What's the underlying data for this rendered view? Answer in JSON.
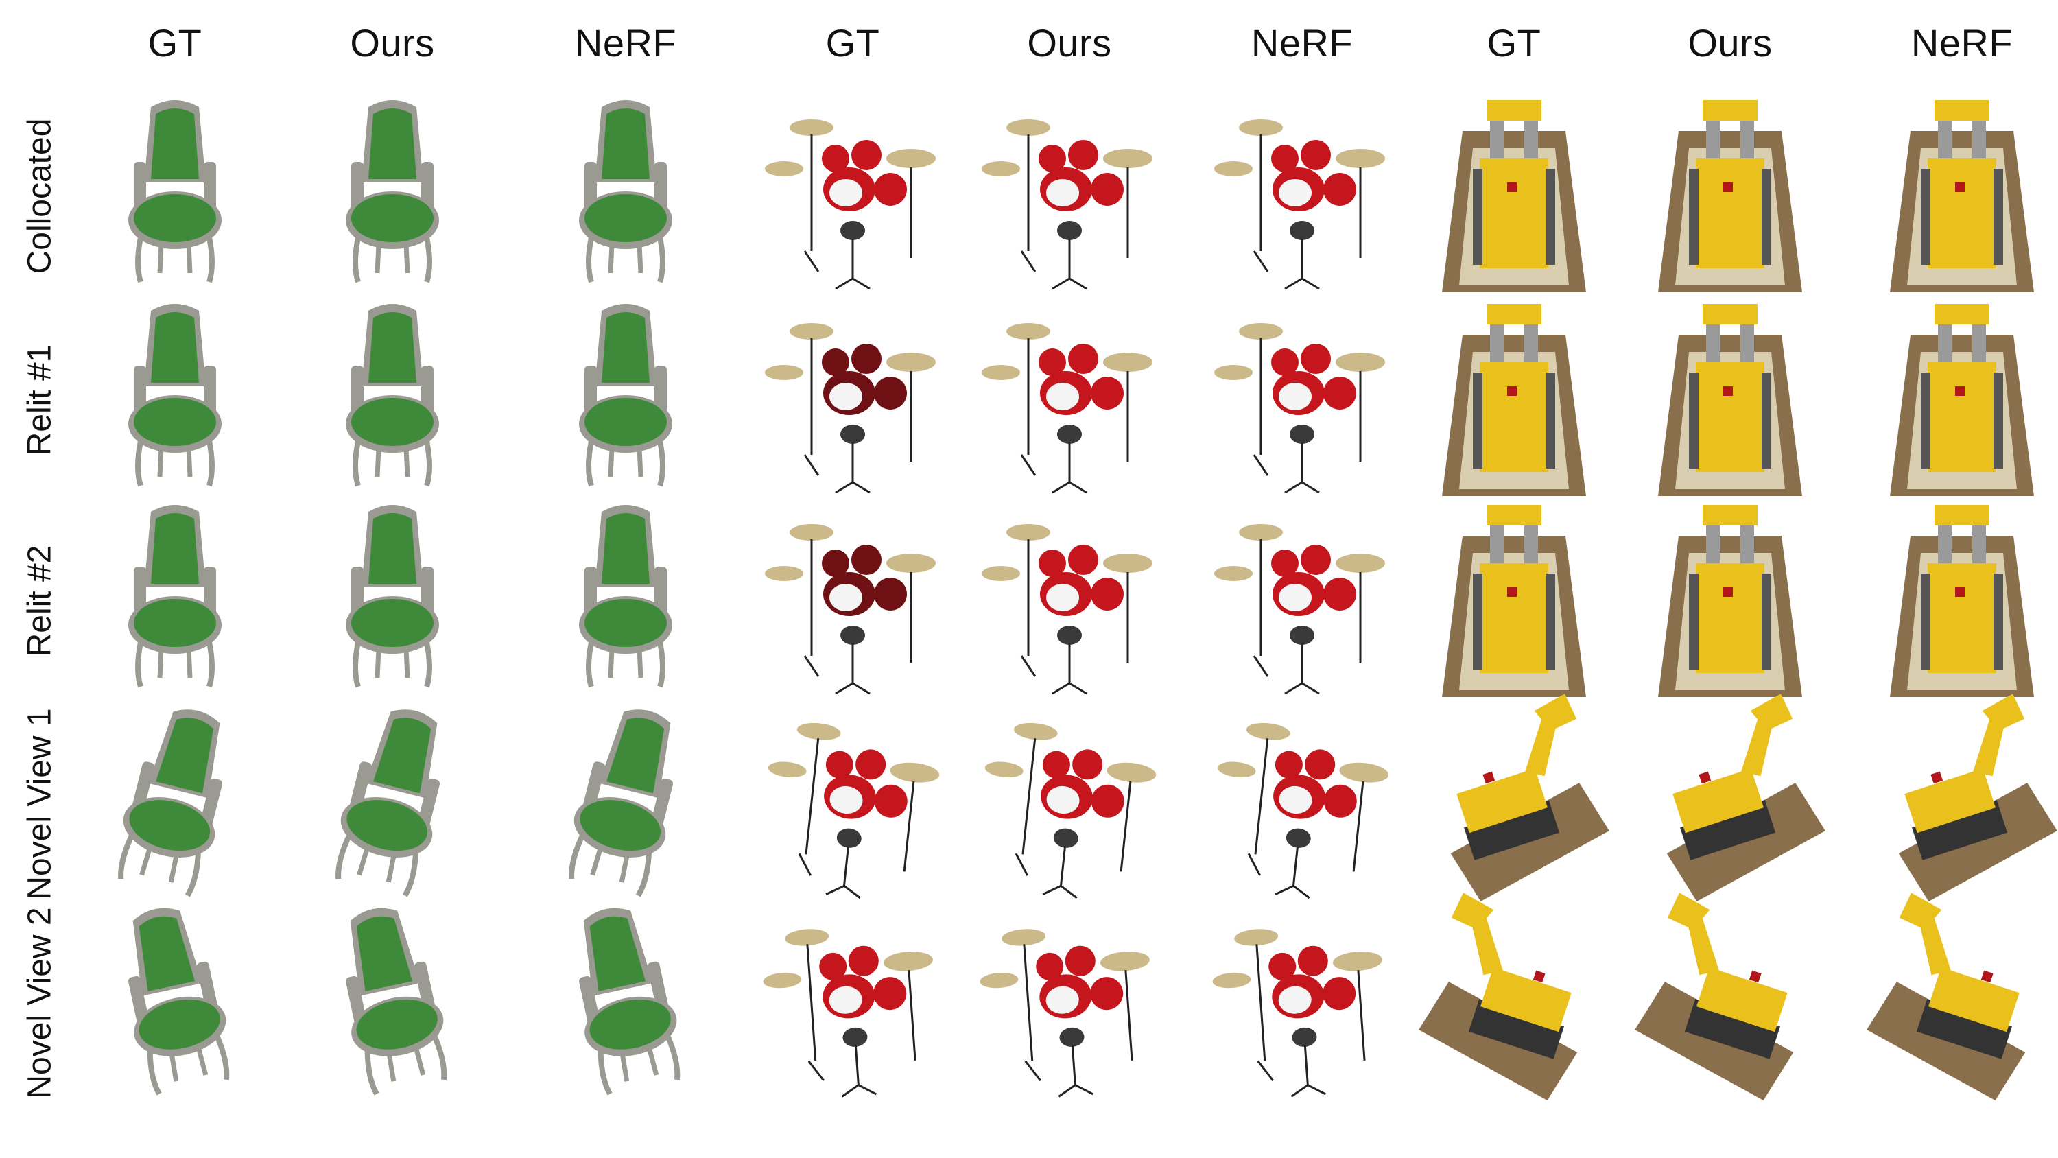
{
  "column_headers": [
    "GT",
    "Ours",
    "NeRF",
    "GT",
    "Ours",
    "NeRF",
    "GT",
    "Ours",
    "NeRF"
  ],
  "row_labels": [
    "Collocated",
    "Relit #1",
    "Relit #2",
    "Novel View 1",
    "Novel View 2"
  ],
  "objects": [
    "chair",
    "drums",
    "lego"
  ],
  "colors": {
    "chair_fabric": "#3f8a3a",
    "chair_frame": "#9a9a92",
    "drum_red": "#c4161c",
    "cymbal": "#cbb98a",
    "lego_yellow": "#e9c01c",
    "lego_base": "#8a6f4c"
  }
}
